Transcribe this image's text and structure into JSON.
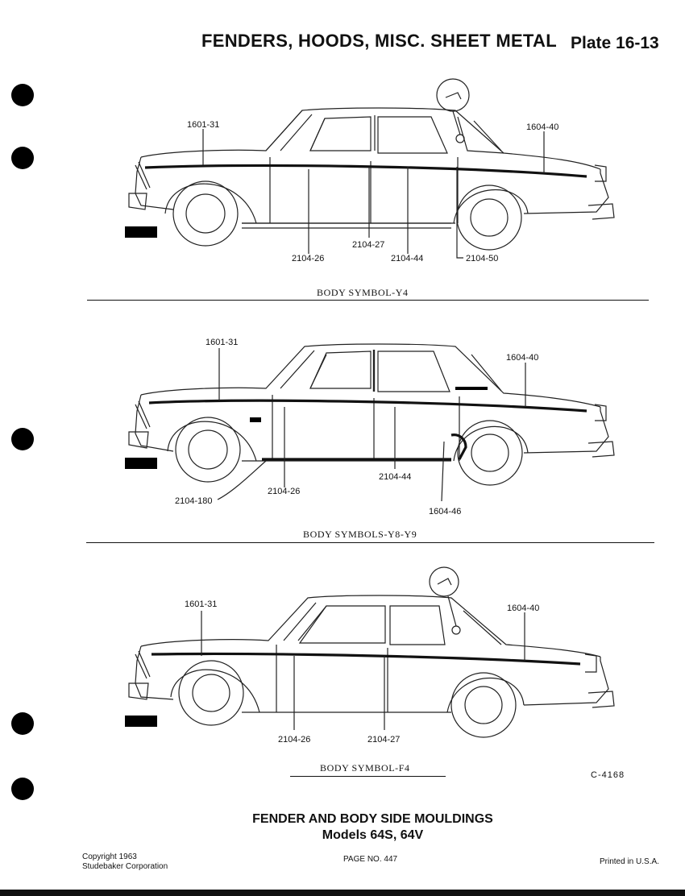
{
  "header": {
    "title": "FENDERS, HOODS, MISC. SHEET METAL",
    "plate": "Plate 16-13"
  },
  "diagrams": [
    {
      "caption": "BODY SYMBOL-Y4",
      "callouts": [
        "1601-31",
        "1604-40",
        "2104-27",
        "2104-26",
        "2104-44",
        "2104-50"
      ]
    },
    {
      "caption": "BODY SYMBOLS-Y8-Y9",
      "callouts": [
        "1601-31",
        "1604-40",
        "2104-44",
        "2104-26",
        "2104-180",
        "1604-46"
      ]
    },
    {
      "caption": "BODY SYMBOL-F4",
      "callouts": [
        "1601-31",
        "1604-40",
        "2104-26",
        "2104-27"
      ]
    }
  ],
  "drawing_number": "C-4168",
  "footer": {
    "title": "FENDER AND BODY SIDE MOULDINGS",
    "models": "Models 64S, 64V",
    "copyright_line1": "Copyright 1963",
    "copyright_line2": "Studebaker Corporation",
    "page": "PAGE NO. 447",
    "printed": "Printed in U.S.A."
  }
}
